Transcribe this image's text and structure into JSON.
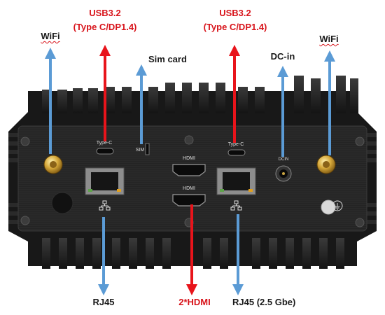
{
  "labels": {
    "wifi_left": "WiFi",
    "usb_left_line1": "USB3.2",
    "usb_left_line2": "(Type C/DP1.4)",
    "sim": "Sim card",
    "usb_right_line1": "USB3.2",
    "usb_right_line2": "(Type C/DP1.4)",
    "dcin": "DC-in",
    "wifi_right": "WiFi",
    "rj45_left": "RJ45",
    "hdmi": "2*HDMI",
    "rj45_right": "RJ45 (2.5 Gbe)"
  },
  "panel_text": {
    "typec_left": "Type-C",
    "sim": "SIM",
    "hdmi_top": "HDMI",
    "hdmi_bottom": "HDMI",
    "typec_right": "Type-C",
    "dcin": "DCIN"
  },
  "colors": {
    "arrow_blue": "#5b9bd5",
    "arrow_red": "#e8141b",
    "label_red": "#d8141b",
    "chassis": "#1b1b1b",
    "panel": "#252525"
  },
  "icons": [
    "antenna-connector-icon",
    "network-icon",
    "ground-icon"
  ]
}
